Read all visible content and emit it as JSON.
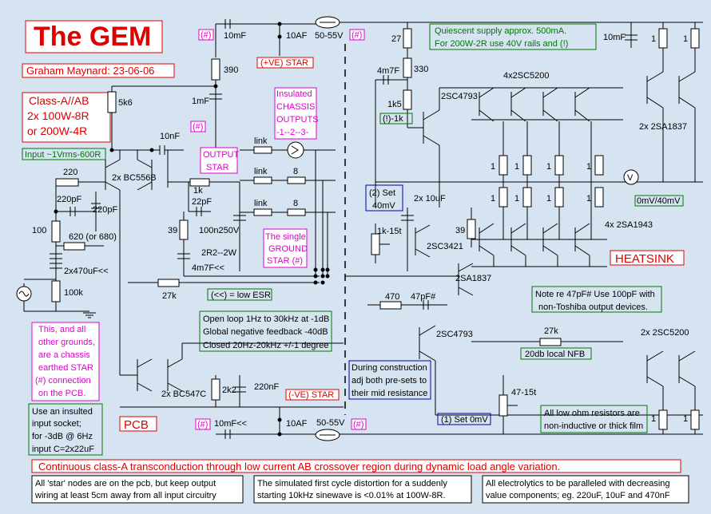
{
  "title": "The GEM",
  "author": "Graham Maynard: 23-06-06",
  "spec": [
    "Class-A//AB",
    "2x 100W-8R",
    "or 200W-4R"
  ],
  "input_note": "Input ~1Vrms-600R",
  "supply_note": [
    "Quiescent supply approx. 500mA.",
    "For 200W-2R use 40V rails and (!)"
  ],
  "insulated": [
    "Insulated",
    "CHASSIS",
    "OUTPUTS",
    "-1--2--3-"
  ],
  "output_star": [
    "OUTPUT",
    "STAR"
  ],
  "ground_star": [
    "The single",
    "GROUND",
    "STAR (#)"
  ],
  "pos_star": "(+VE) STAR",
  "neg_star": "(-VE) STAR",
  "hash": "(#)",
  "low_esr": "(<<) = low ESR",
  "grounds_note": [
    "This, and all",
    "other grounds,",
    "are a chassis",
    "earthed STAR",
    "(#) connection",
    "on the PCB."
  ],
  "socket_note": [
    "Use an insulted",
    "input socket;",
    "for -3dB @ 6Hz",
    "input C=2x22uF"
  ],
  "pcb": "PCB",
  "loop_note": [
    "Open loop 1Hz to 30kHz at -1dB",
    "Global negative feedback -40dB",
    "Closed 20Hz-20kHz +/-1 degree"
  ],
  "construction_note": [
    "During construction",
    "adj both pre-sets to",
    "their mid resistance"
  ],
  "set_0mv": "(1) Set 0mV",
  "set_40mv": [
    "(2) Set",
    "40mV"
  ],
  "meter": "0mV/40mV",
  "heatsink": "HEATSINK",
  "note47": [
    "Note re 47pF#  Use 100pF with",
    "non-Toshiba output devices."
  ],
  "nfb": "20db local NFB",
  "lowohm": [
    "All low ohm resistors are",
    "non-inductive or thick film"
  ],
  "bottom_banner": "Continuous class-A transconduction through low current AB crossover region during dynamic load angle variation.",
  "footer": [
    [
      "All 'star' nodes are on the pcb,  but keep output",
      "wiring at least 5cm away from all input circuitry"
    ],
    [
      "The simulated first cycle distortion for a suddenly",
      "starting 10kHz sinewave is  <0.01% at 100W-8R."
    ],
    [
      "All electrolytics to be paralleled with decreasing",
      "value components;  eg. 220uF, 10uF and 470nF"
    ]
  ],
  "labels": {
    "c10mf_top": "10mF",
    "c10af_top": "10AF",
    "fuse_top": "50-55V",
    "r390": "390",
    "c1mf": "1mF",
    "r5k6": "5k6",
    "c10nf": "10nF",
    "bc556": "2x BC556B",
    "r220": "220",
    "c220pf_l": "220pF",
    "c220pf_r": "220pF",
    "r100": "100",
    "r620": "620 (or 680)",
    "c2x470": "2x470uF<<",
    "r100k": "100k",
    "link1": "link",
    "link2": "link",
    "link3": "link",
    "r8a": "8",
    "r8b": "8",
    "r1k": "1k",
    "c22pf": "22pF",
    "r39a": "39",
    "c100n": "100n250V",
    "r2r2": "2R2--2W",
    "c4m7f_l": "4m7F<<",
    "r27k_l": "27k",
    "r27": "27",
    "r330": "330",
    "c4m7f_r": "4m7F",
    "r1k5": "1k5",
    "r1k_excl": "(!)-1k",
    "sc4793a": "2SC4793",
    "sc5200": "4x2SC5200",
    "c10mf_r": "10mF",
    "r1a": "1",
    "r1b": "1",
    "sa1837_r": "2x 2SA1837",
    "r1": "1",
    "c2x10": "2x 10uF",
    "pot1k": "1k-15t",
    "sc3421": "2SC3421",
    "r39b": "39",
    "sa1943": "4x 2SA1943",
    "sa1837": "2SA1837",
    "r470": "470",
    "c47pf": "47pF#",
    "sc4793b": "2SC4793",
    "r27k_r": "27k",
    "sc5200b": "2x 2SC5200",
    "bc547": "2x BC547C",
    "r2k2": "2k2",
    "c220nf": "220nF",
    "c10mf_bot": "10mF<<",
    "c10af_bot": "10AF",
    "fuse_bot": "50-55V",
    "pot47": "47-15t"
  },
  "colors": {
    "background": "#d6e4f2",
    "red": "#dd0000",
    "green": "#007700",
    "magenta": "#dd00cc",
    "blue": "#0000aa"
  }
}
